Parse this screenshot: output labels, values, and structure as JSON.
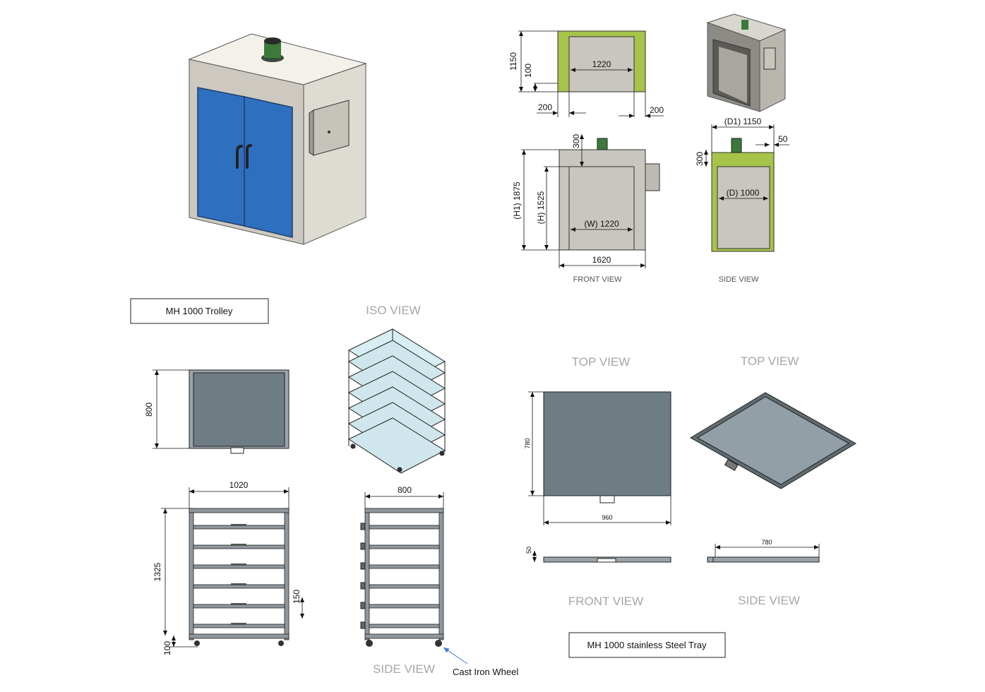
{
  "colors": {
    "cabinet_body": "#cfcbc3",
    "cabinet_door": "#2f6fc0",
    "insulation": "#a6c34a",
    "cabinet_section": "#c8c6be",
    "tray_fill": "#6e7d83",
    "tray_iso": "#939fa6",
    "frame": "#8f989f"
  },
  "icons": {
    "motor": "motor-icon",
    "control_box": "control-box-icon",
    "wheel": "caster-wheel-icon"
  },
  "cabinet_front": {
    "height_outer": "1150",
    "height_inner": "100",
    "width": "1220",
    "left_wall": "200",
    "right_wall": "200"
  },
  "front_view": {
    "top": "300",
    "h1": "(H1)  1875",
    "h": "(H)  1525",
    "w": "(W)  1220",
    "overall_width": "1620",
    "caption": "FRONT VIEW"
  },
  "side_view": {
    "d1": "(D1)  1150",
    "wall": "50",
    "top": "300",
    "d": "(D)  1000",
    "caption": "SIDE VIEW"
  },
  "trolley": {
    "label": "MH 1000 Trolley",
    "iso_caption": "ISO VIEW",
    "top_depth": "800",
    "front_width": "1020",
    "front_height": "1325",
    "shelf_pitch": "150",
    "base_height": "100",
    "side_width": "800",
    "side_caption": "SIDE VIEW",
    "wheel_note": "Cast Iron Wheel"
  },
  "tray": {
    "label": "MH 1000 stainless Steel Tray",
    "top_view_caption": "TOP VIEW",
    "iso_caption": "TOP VIEW",
    "depth": "780",
    "width": "960",
    "thickness": "50",
    "side_length": "780",
    "front_caption": "FRONT VIEW",
    "side_caption": "SIDE VIEW"
  }
}
